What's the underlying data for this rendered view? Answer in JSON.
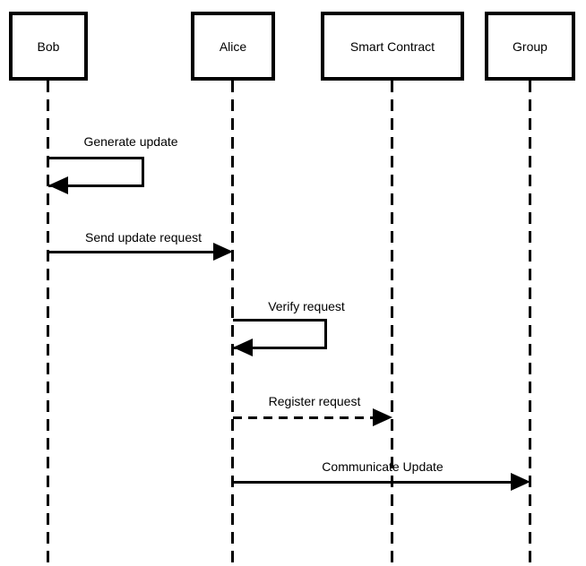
{
  "diagram": {
    "type": "uml-sequence",
    "actors": [
      {
        "name": "Bob"
      },
      {
        "name": "Alice"
      },
      {
        "name": "Smart Contract"
      },
      {
        "name": "Group"
      }
    ],
    "messages": [
      {
        "from": "Bob",
        "to": "Bob",
        "label": "Generate update",
        "line_style": "solid",
        "kind": "self"
      },
      {
        "from": "Bob",
        "to": "Alice",
        "label": "Send update request",
        "line_style": "solid",
        "kind": "direct"
      },
      {
        "from": "Alice",
        "to": "Alice",
        "label": "Verify request",
        "line_style": "solid",
        "kind": "self"
      },
      {
        "from": "Alice",
        "to": "Smart Contract",
        "label": "Register request",
        "line_style": "dashed",
        "kind": "direct"
      },
      {
        "from": "Alice",
        "to": "Group",
        "label": "Communicate Update",
        "line_style": "solid",
        "kind": "direct"
      }
    ],
    "colors": {
      "line": "#000000",
      "text": "#000000",
      "background": "#ffffff"
    }
  }
}
